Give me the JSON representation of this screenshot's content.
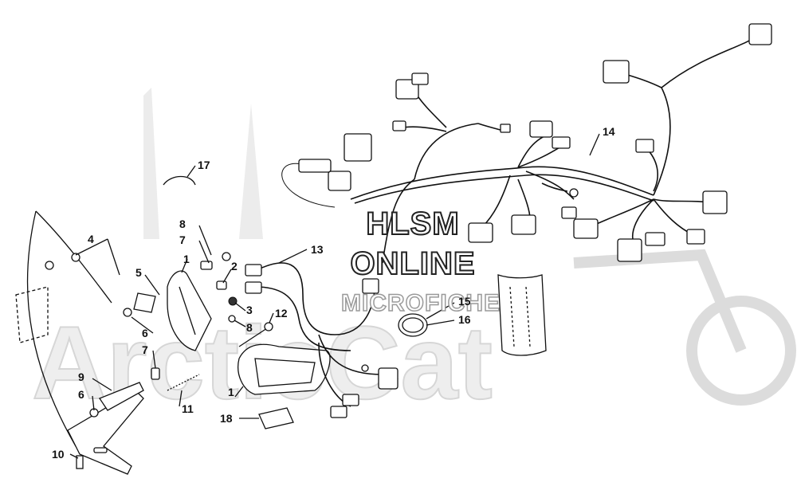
{
  "watermark": {
    "line1": "HLSM",
    "line2": "ONLINE",
    "line3": "MICROFICHE",
    "brand": "ArcticCat"
  },
  "callouts": [
    {
      "id": "c1a",
      "text": "1"
    },
    {
      "id": "c1b",
      "text": "1"
    },
    {
      "id": "c2",
      "text": "2"
    },
    {
      "id": "c3",
      "text": "3"
    },
    {
      "id": "c4",
      "text": "4"
    },
    {
      "id": "c5",
      "text": "5"
    },
    {
      "id": "c6a",
      "text": "6"
    },
    {
      "id": "c6b",
      "text": "6"
    },
    {
      "id": "c7a",
      "text": "7"
    },
    {
      "id": "c7b",
      "text": "7"
    },
    {
      "id": "c8a",
      "text": "8"
    },
    {
      "id": "c8b",
      "text": "8"
    },
    {
      "id": "c9",
      "text": "9"
    },
    {
      "id": "c10",
      "text": "10"
    },
    {
      "id": "c11",
      "text": "11"
    },
    {
      "id": "c12",
      "text": "12"
    },
    {
      "id": "c13",
      "text": "13"
    },
    {
      "id": "c14",
      "text": "14"
    },
    {
      "id": "c15",
      "text": "15"
    },
    {
      "id": "c16",
      "text": "16"
    },
    {
      "id": "c17",
      "text": "17"
    },
    {
      "id": "c18",
      "text": "18"
    }
  ]
}
